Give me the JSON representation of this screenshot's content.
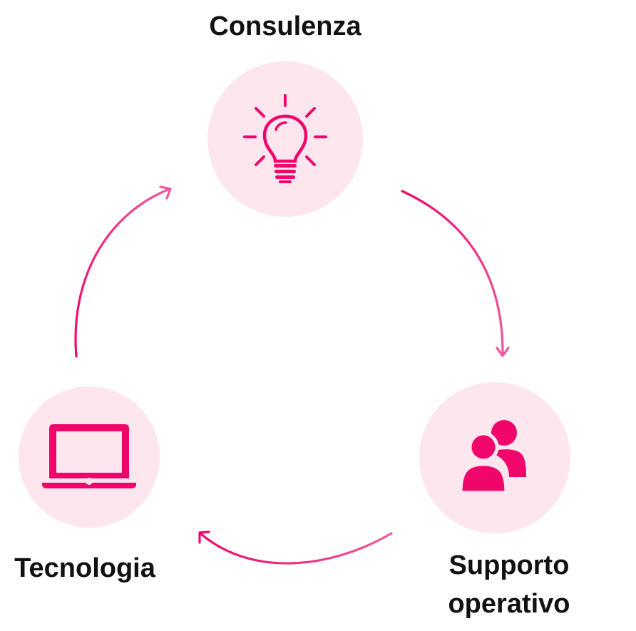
{
  "diagram": {
    "accent_color": "#f0066b",
    "circle_fill": "#fde6ee",
    "nodes": [
      {
        "label": "Consulenza",
        "icon": "lightbulb-icon"
      },
      {
        "label": "Supporto operativo",
        "label_lines": [
          "Supporto",
          "operativo"
        ],
        "icon": "users-icon"
      },
      {
        "label": "Tecnologia",
        "icon": "laptop-icon"
      }
    ],
    "cycle": [
      "Consulenza",
      "Supporto operativo",
      "Tecnologia",
      "Consulenza"
    ]
  }
}
